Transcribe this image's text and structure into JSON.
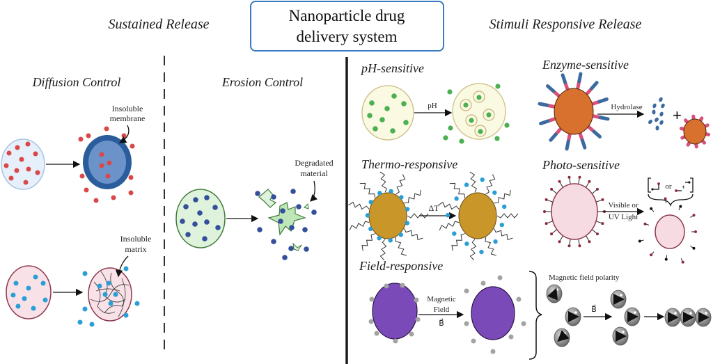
{
  "title": {
    "line1": "Nanoparticle drug",
    "line2": "delivery system"
  },
  "sections": {
    "sustained": "Sustained Release",
    "stimuli": "Stimuli Responsive Release"
  },
  "sustained_release": {
    "diffusion": {
      "heading": "Diffusion Control",
      "membrane_label_1": "Insoluble",
      "membrane_label_2": "membrane",
      "matrix_label_1": "Insoluble",
      "matrix_label_2": "matrix"
    },
    "erosion": {
      "heading": "Erosion Control",
      "degraded_label_1": "Degradated",
      "degraded_label_2": "material"
    }
  },
  "stimuli_release": {
    "ph": {
      "heading": "pH-sensitive",
      "arrow_label": "pH"
    },
    "enzyme": {
      "heading": "Enzyme-sensitive",
      "arrow_label": "Hydrolase",
      "plus": "+"
    },
    "thermo": {
      "heading": "Thermo-responsive",
      "arrow_label": "ΔT"
    },
    "photo": {
      "heading": "Photo-sensitive",
      "arrow_label_1": "Visible or",
      "arrow_label_2": "UV Light",
      "or_text": "or"
    },
    "field": {
      "heading": "Field-responsive",
      "arrow_label_1": "Magnetic",
      "arrow_label_2": "Field",
      "arrow_label_3": "B⃗",
      "polarity_label": "Magnetic field polarity",
      "polarity_arrow_label": "B⃗"
    }
  },
  "colors": {
    "title_border": "#3a7bbf",
    "red_particle": "#d94848",
    "blue_particle": "#2a9fd6",
    "navy_particle": "#34509a",
    "green_particle": "#4caf50",
    "membrane_outer": "#2b5d9c",
    "membrane_inner": "#6c93c9",
    "enzyme_core": "#d8702e",
    "thermo_core": "#c9962a",
    "field_core": "#7a4bb8",
    "photo_core": "#f7dbe3"
  }
}
